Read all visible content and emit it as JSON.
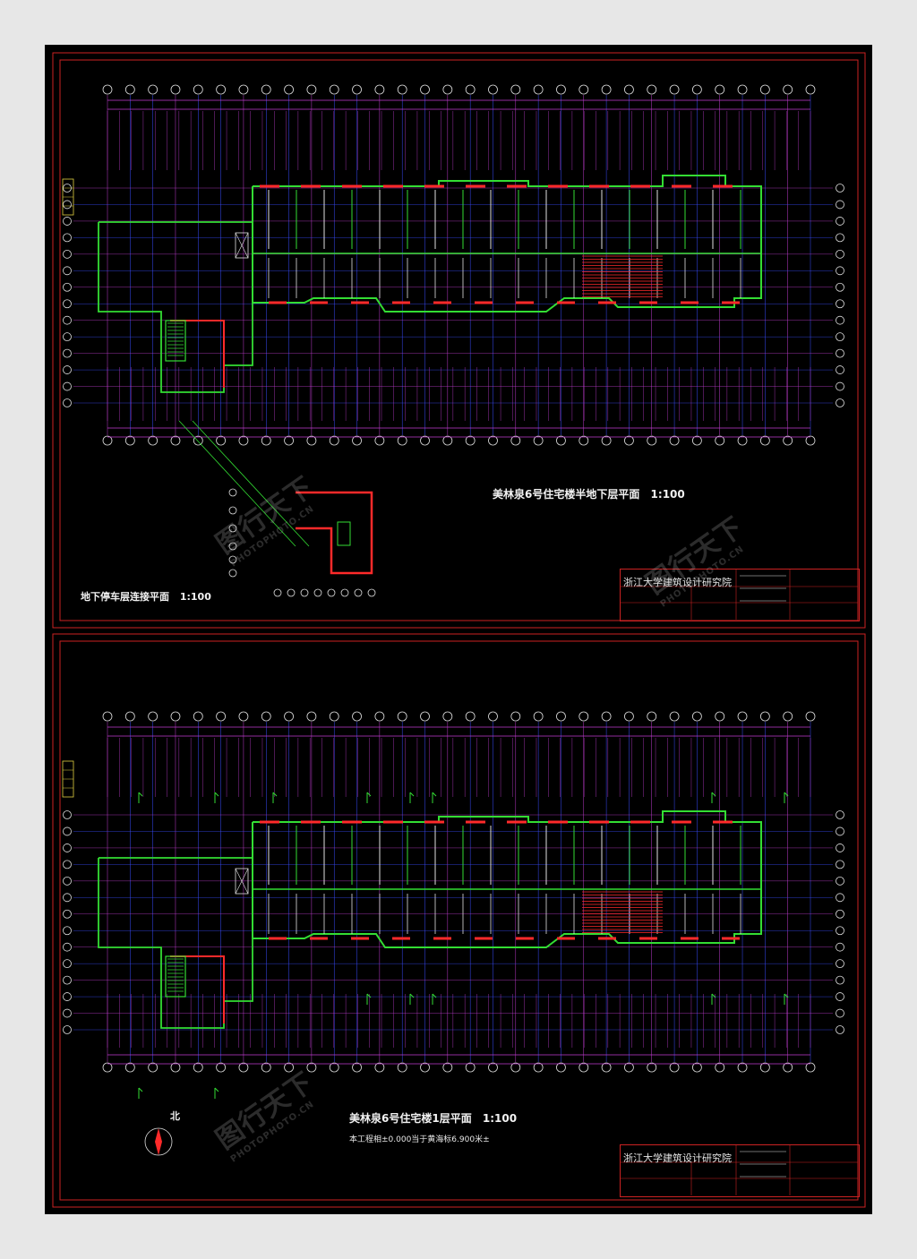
{
  "sheet1": {
    "title": "美林泉6号住宅楼半地下层平面",
    "scale": "1:100",
    "sub_title": "地下停车层连接平面",
    "sub_scale": "1:100",
    "titleblock": {
      "org": "浙江大学建筑设计研究院"
    }
  },
  "sheet2": {
    "title": "美林泉6号住宅楼1层平面",
    "scale": "1:100",
    "note": "本工程相±0.000当于黄海标6.900米±",
    "north": "北",
    "titleblock": {
      "org": "浙江大学建筑设计研究院"
    }
  },
  "watermark": {
    "brand": "图行天下",
    "site": "PHOTOPHOTO.CN"
  },
  "colors": {
    "background": "#000000",
    "frame": "#cc2222",
    "wall_red": "#ff2a2a",
    "wall_green": "#33dd33",
    "grid_magenta": "#c03cd0",
    "grid_blue": "#3a4cff",
    "dim_white": "#e0e0e0",
    "yellow": "#e0d040"
  }
}
